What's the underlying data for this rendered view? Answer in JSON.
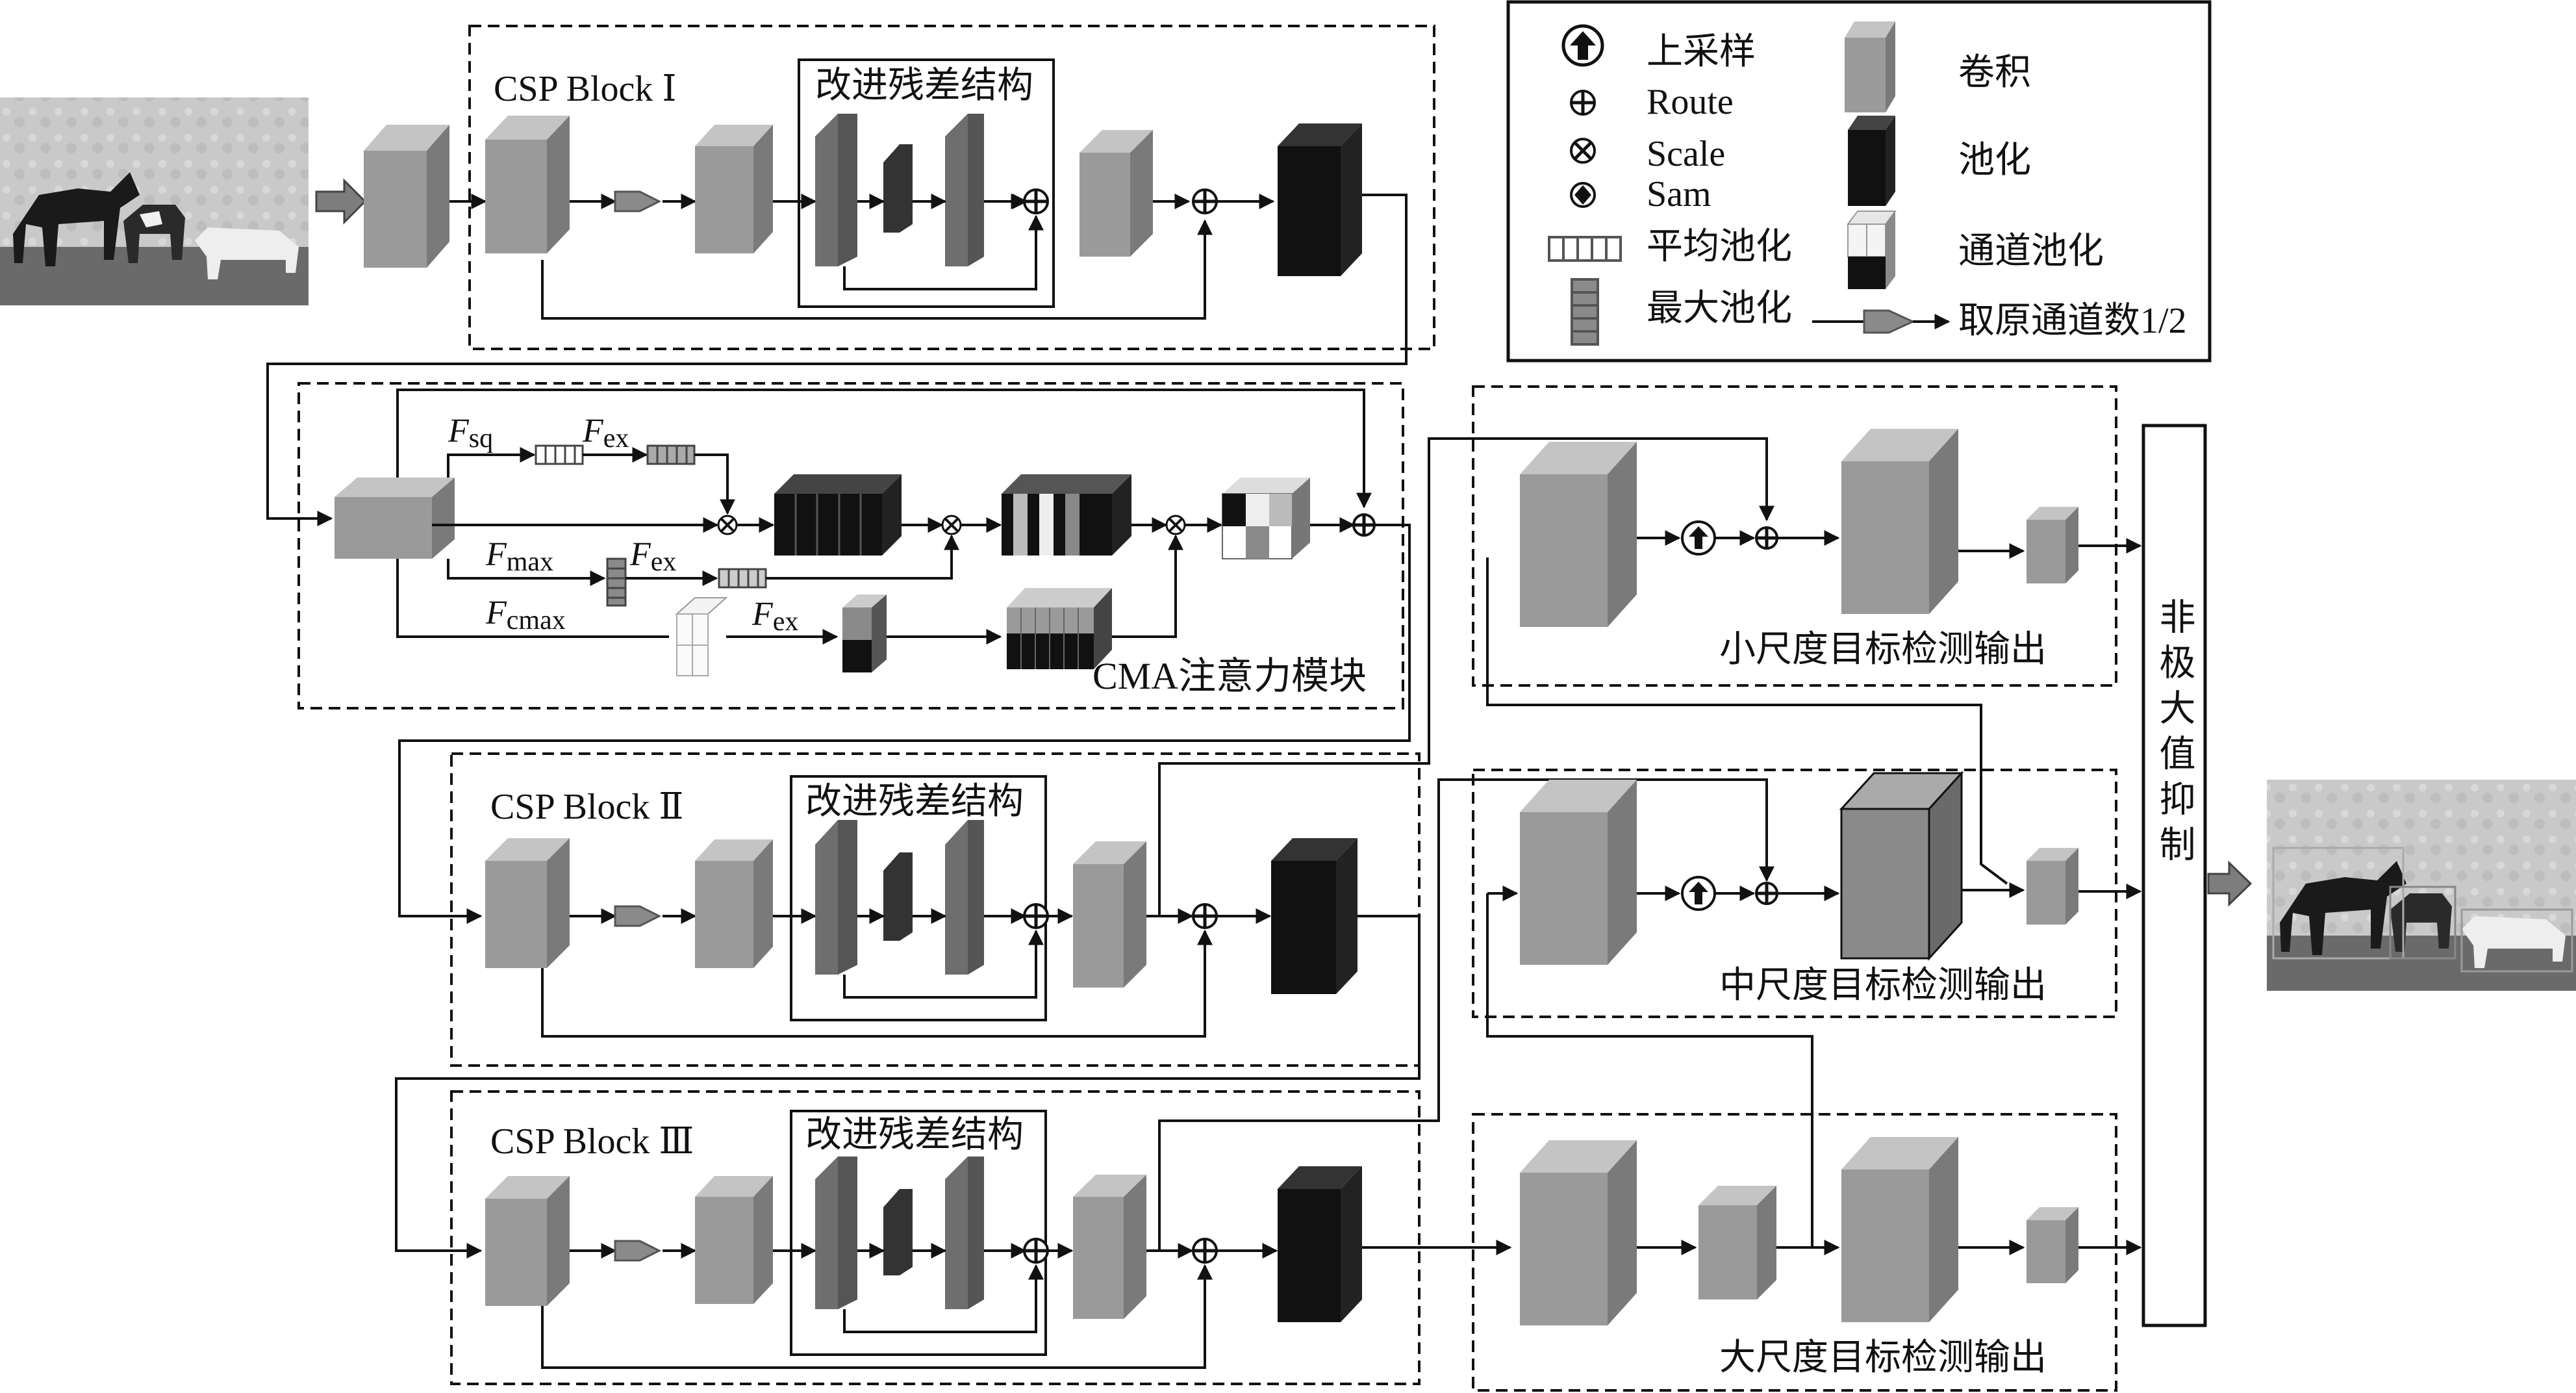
{
  "blocks": {
    "csp1": {
      "title": "CSP Block Ⅰ",
      "residual": "改进残差结构"
    },
    "csp2": {
      "title": "CSP Block Ⅱ",
      "residual": "改进残差结构"
    },
    "csp3": {
      "title": "CSP Block Ⅲ",
      "residual": "改进残差结构"
    },
    "cma": {
      "title": "CMA注意力模块",
      "f_sq": {
        "base": "F",
        "sub": "sq"
      },
      "f_ex": {
        "base": "F",
        "sub": "ex"
      },
      "f_max": {
        "base": "F",
        "sub": "max"
      },
      "f_cmax": {
        "base": "F",
        "sub": "cmax"
      }
    }
  },
  "outputs": {
    "small": "小尺度目标检测输出",
    "medium": "中尺度目标检测输出",
    "large": "大尺度目标检测输出"
  },
  "nms": "非极大值抑制",
  "legend": {
    "upsample": "上采样",
    "route": "Route",
    "scale": "Scale",
    "sam": "Sam",
    "avg_pool": "平均池化",
    "max_pool": "最大池化",
    "conv": "卷积",
    "pool": "池化",
    "channel_pool": "通道池化",
    "half_channels": "取原通道数1/2"
  },
  "colors": {
    "conv_front": "#9a9a9a",
    "conv_side": "#7a7a7a",
    "conv_top": "#c4c4c4",
    "pool": "#111111",
    "residual_dark": "#6e6e6e",
    "arrow_fill": "#7d7d7d"
  }
}
